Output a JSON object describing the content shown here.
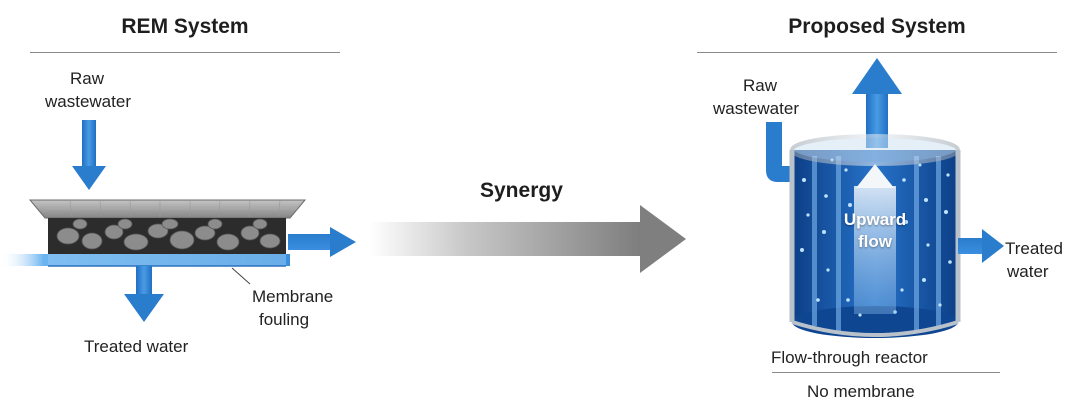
{
  "left_panel": {
    "title": "REM System",
    "input_label_line1": "Raw",
    "input_label_line2": "wastewater",
    "output_label": "Treated water",
    "callout_line1": "Membrane",
    "callout_line2": "fouling"
  },
  "center": {
    "label": "Synergy"
  },
  "right_panel": {
    "title": "Proposed System",
    "input_label_line1": "Raw",
    "input_label_line2": "wastewater",
    "flow_label_line1": "Upward",
    "flow_label_line2": "flow",
    "output_label_line1": "Treated",
    "output_label_line2": "water",
    "reactor_label": "Flow-through reactor",
    "footer_label": "No membrane"
  },
  "colors": {
    "water_blue": "#2b7fd1",
    "arrow_gray": "#888888"
  }
}
